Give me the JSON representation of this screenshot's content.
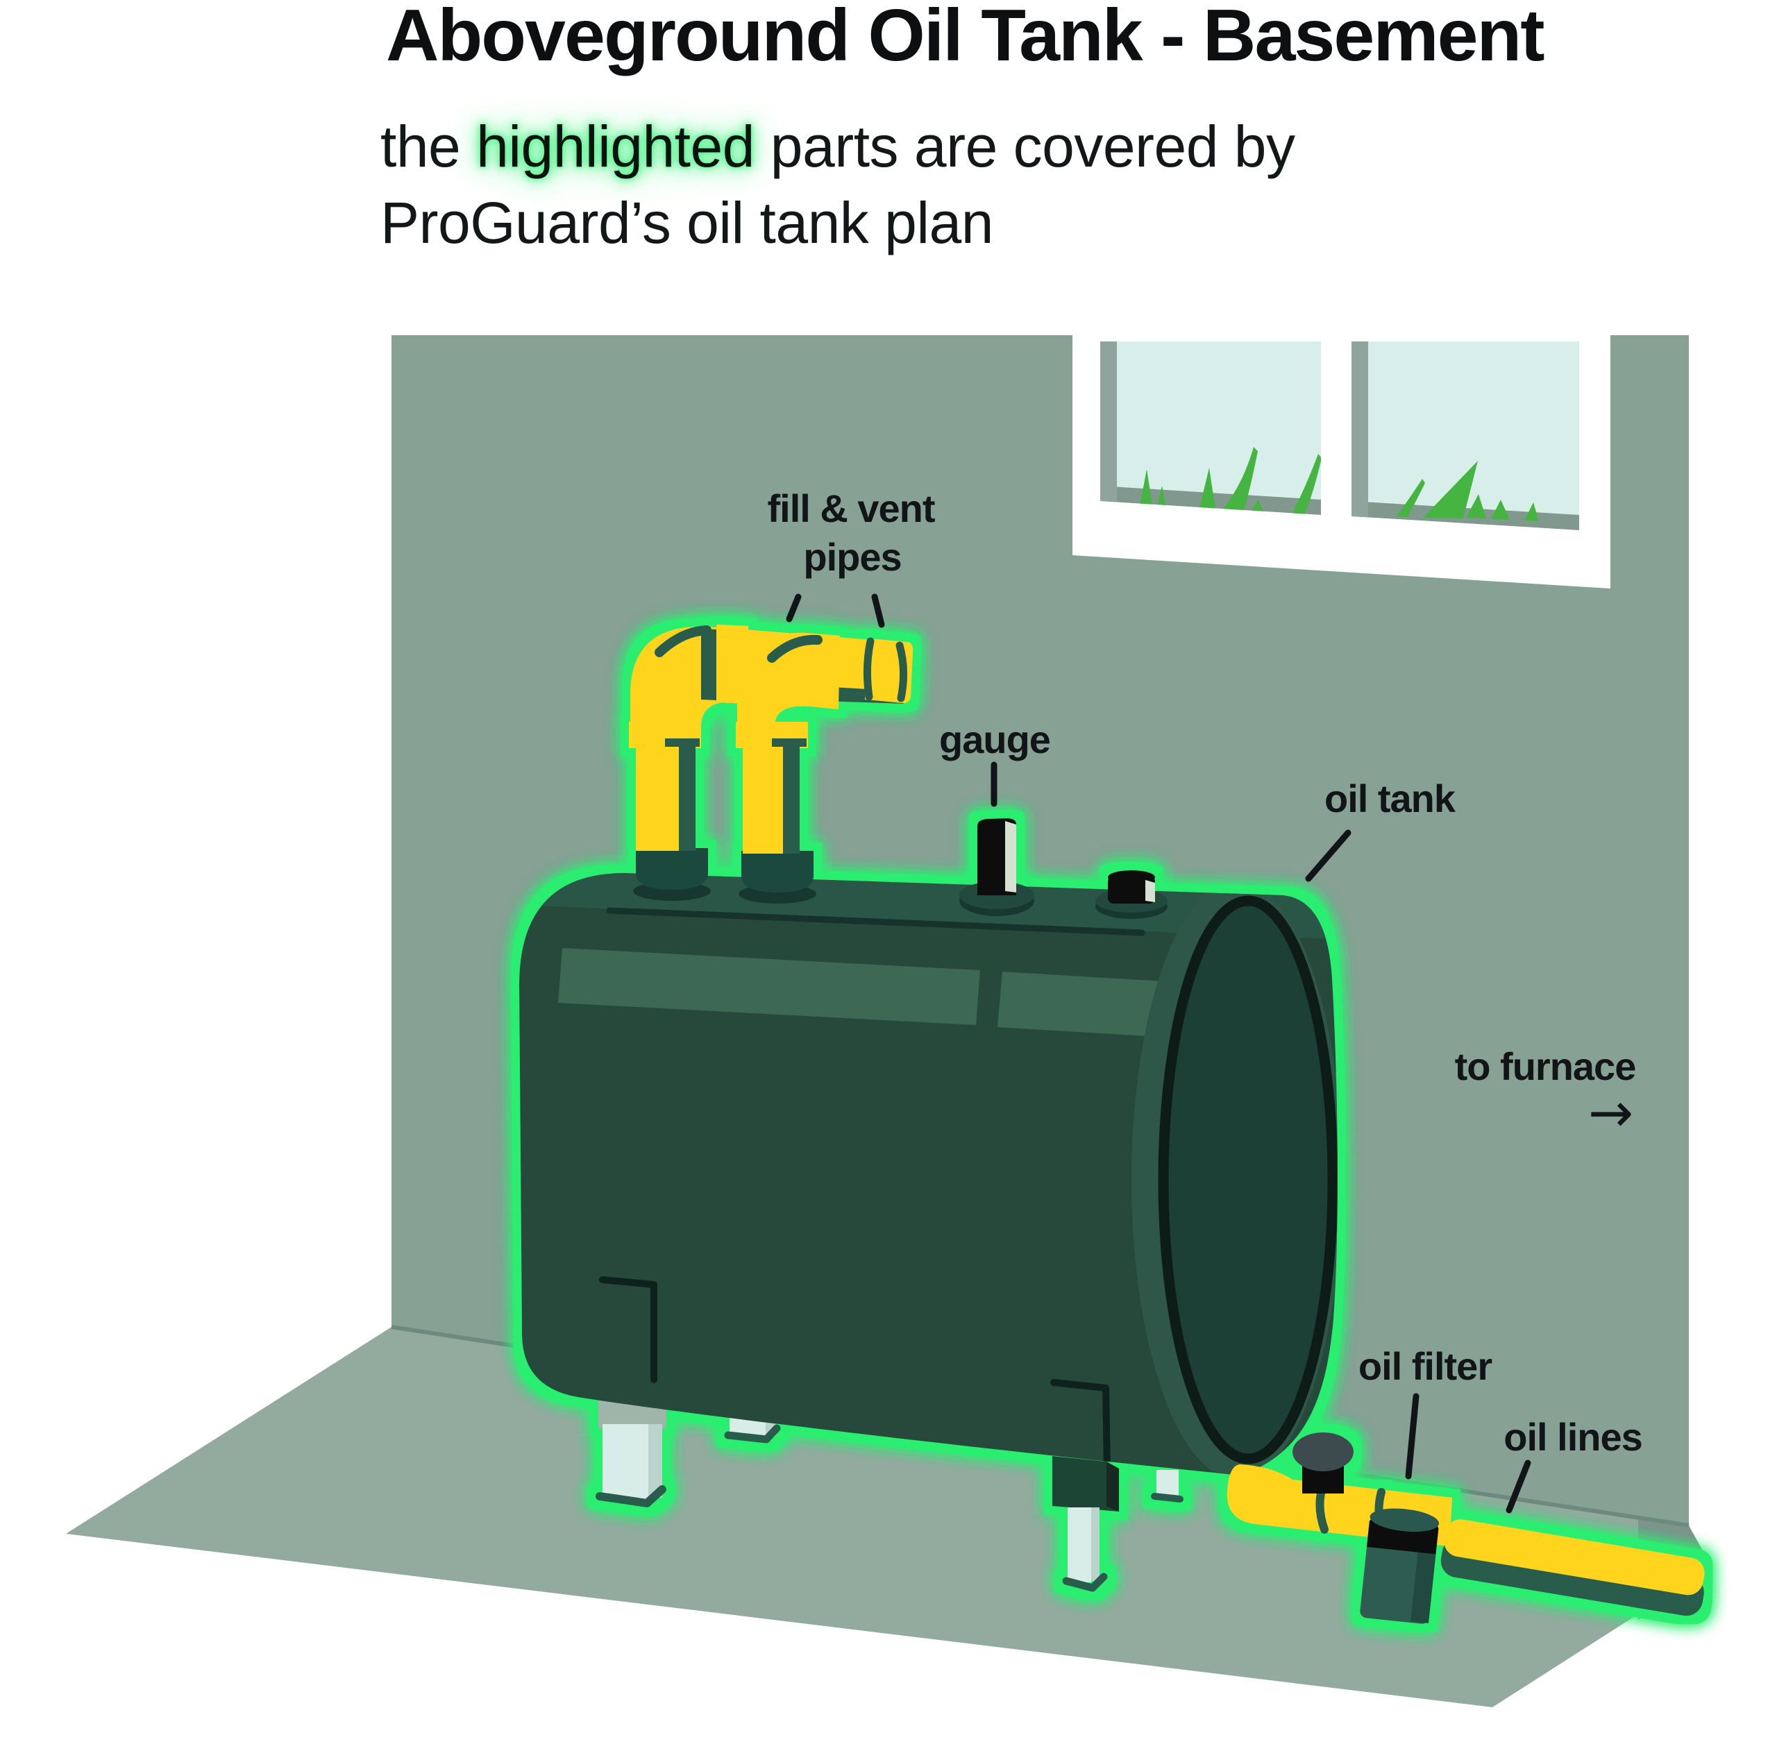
{
  "title": "Aboveground Oil Tank - Basement",
  "subtitle": {
    "pre": "the ",
    "highlight": "highlighted",
    "post": " parts are covered by",
    "line2": "ProGuard’s oil tank plan"
  },
  "labels": {
    "fill_vent_line1": "fill & vent",
    "fill_vent_line2": "pipes",
    "gauge": "gauge",
    "oil_tank": "oil tank",
    "to_furnace": "to furnace",
    "to_furnace_arrow": "→",
    "oil_filter": "oil filter",
    "oil_lines": "oil lines"
  },
  "icons": {
    "to_furnace_arrow": "right-arrow-icon"
  },
  "colors": {
    "highlight_glow": "#2BEE6F",
    "pipe_yellow": "#FFD41C",
    "pipe_shadow": "#2A5B4B",
    "tank_green": "#25493B",
    "wall": "#87A195",
    "floor": "#93AB9F",
    "window_pane": "#D8EEEA",
    "grass": "#45B440",
    "leg_light": "#D9EDE8",
    "text": "#121517"
  }
}
